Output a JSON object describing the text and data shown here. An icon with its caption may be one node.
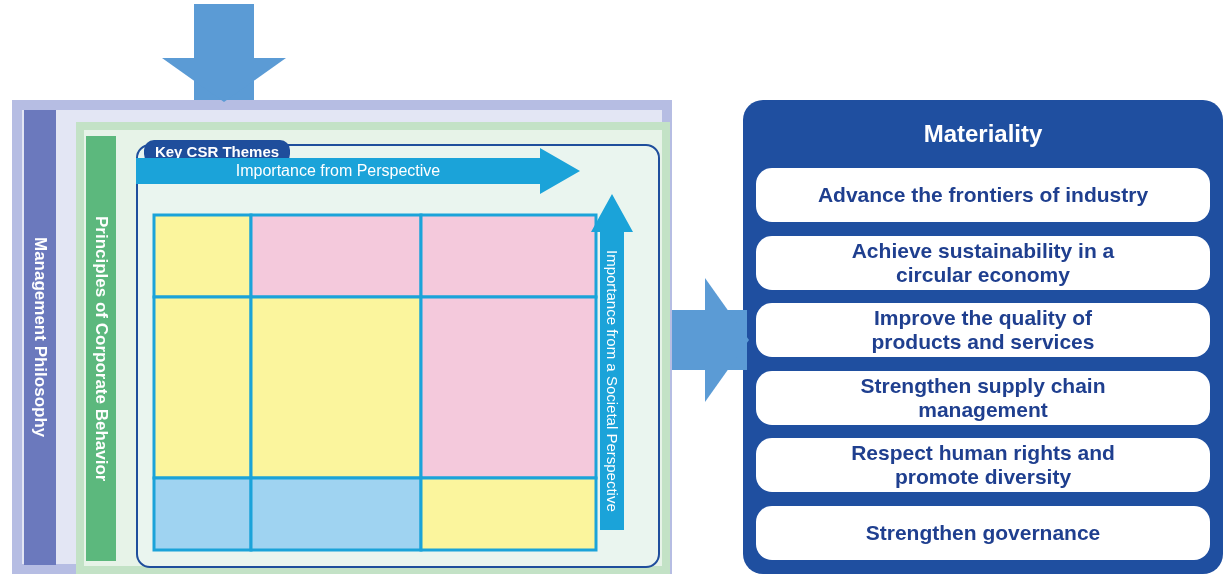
{
  "diagram": {
    "nodes": [
      {
        "text": [
          "Management Philosophy"
        ]
      },
      {
        "text": [
          "Principles of Corporate Behavior"
        ],
        "in": 0
      },
      {
        "text": [
          "Key CSR Themes"
        ],
        "in": 1
      },
      {
        "text": [
          "Materiality"
        ]
      },
      {
        "text": [
          "Advance the frontiers of industry"
        ],
        "in": 3
      },
      {
        "text": [
          "Achieve sustainability in a circular economy"
        ],
        "in": 3
      },
      {
        "text": [
          "Improve the quality of products and services"
        ],
        "in": 3
      },
      {
        "text": [
          "Strengthen supply chain management"
        ],
        "in": 3
      },
      {
        "text": [
          "Respect human rights and promote diversity"
        ],
        "in": 3
      },
      {
        "text": [
          "Strengthen governance"
        ],
        "in": 3
      }
    ],
    "edges": [
      {
        "from": null,
        "to": 0,
        "arrow": "to"
      },
      {
        "from": 0,
        "to": 3,
        "arrow": "to"
      }
    ],
    "labels": [
      "Importance from Perspective",
      "Importance from a Societal Perspective"
    ]
  }
}
